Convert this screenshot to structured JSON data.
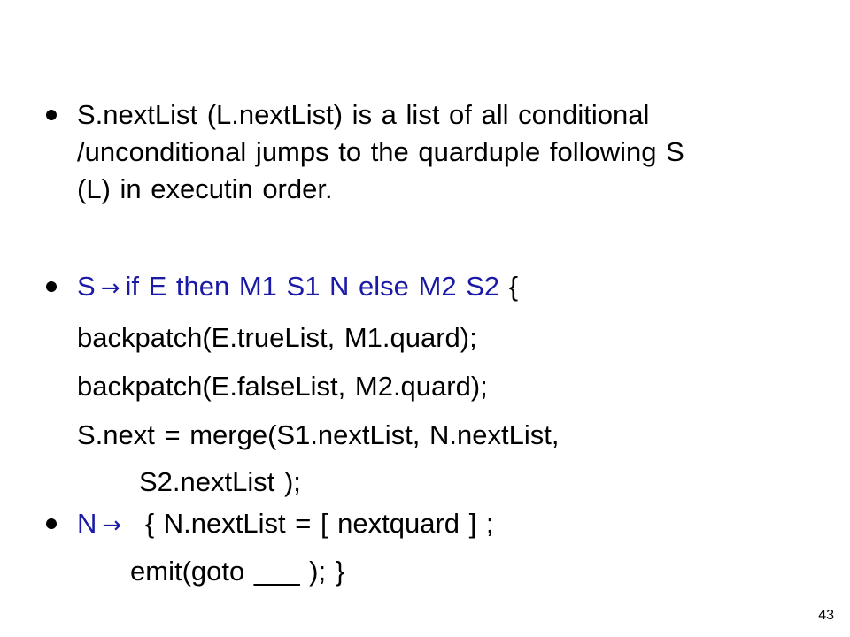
{
  "slide": {
    "bullet1": {
      "line1": "S.nextList (L.nextList) is a list of all conditional",
      "line2": "/unconditional jumps to the quarduple following S",
      "line3": "(L) in executin order."
    },
    "bullet2": {
      "lhs": "S",
      "arrow": "→",
      "rhs": "if E then M1 S1 N else M2 S2",
      "brace": "{",
      "code": [
        "backpatch(E.trueList, M1.quard);",
        "backpatch(E.falseList, M2.quard);",
        "S.next = merge(S1.nextList, N.nextList,",
        "S2.nextList );"
      ]
    },
    "bullet3": {
      "lhs": "N",
      "arrow": "→",
      "text": "{ N.nextList = [ nextquard ] ;",
      "code": "emit(goto ___ );  }"
    },
    "page_number": "43",
    "colors": {
      "highlight": "#1a1aa6",
      "text": "#000000",
      "background": "#ffffff"
    }
  }
}
